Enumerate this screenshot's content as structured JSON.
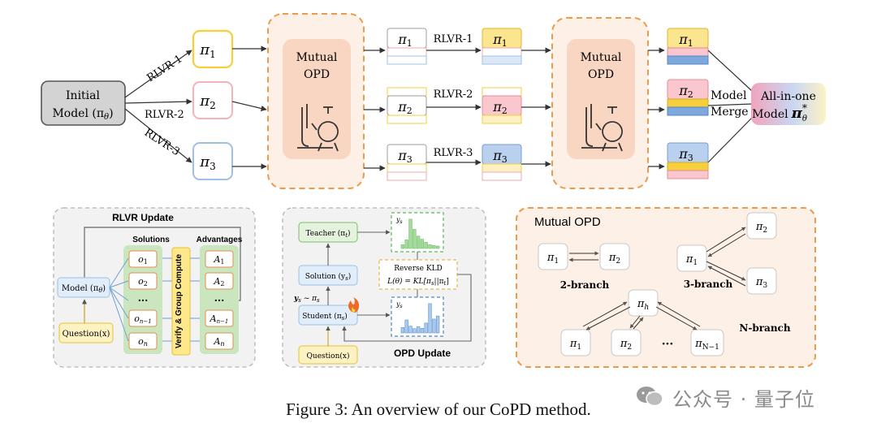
{
  "top": {
    "initial_line1": "Initial",
    "initial_line2": "Model (π",
    "initial_sub": "θ",
    "initial_close": ")",
    "rlvr": [
      "RLVR-1",
      "RLVR-2",
      "RLVR-3"
    ],
    "pi_base": "π",
    "pi_subs": [
      "1",
      "2",
      "3"
    ],
    "mutual": "Mutual",
    "opd": "OPD",
    "model_merge_1": "Model",
    "model_merge_2": "Merge",
    "allinone_1": "All-in-one",
    "allinone_2": "Model",
    "allinone_pi": "π",
    "allinone_sub": "θ",
    "allinone_sup": "*"
  },
  "rlvr_update": {
    "title": "RLVR Update",
    "solutions_header": "Solutions",
    "advantages_header": "Advantages",
    "model": "Model (π",
    "model_sub": "θ",
    "model_close": ")",
    "question": "Question(x)",
    "verify": "Verify & Group Compute",
    "o_base": "o",
    "o_subs": [
      "1",
      "2",
      "",
      "n−1",
      "n"
    ],
    "a_base": "A",
    "a_subs": [
      "1",
      "2",
      "",
      "n−1",
      "n"
    ],
    "dots": "···"
  },
  "opd_update": {
    "teacher": "Teacher (π",
    "teacher_sub": "t",
    "solution": "Solution (y",
    "solution_sub": "s",
    "student": "Student (π",
    "student_sub": "s",
    "question": "Question(x)",
    "sample_y": "y",
    "sample_ys": "s",
    "sample_sim": " ~ π",
    "sample_pis": "s",
    "reverse_kld": "Reverse KLD",
    "loss": "L(θ) = KL[π",
    "loss_s": "s",
    "loss_mid": "||π",
    "loss_t": "t",
    "loss_end": "]",
    "hist_label": "y",
    "hist_sub": "s",
    "title": "OPD Update",
    "teacher_hist": [
      0.12,
      0.28,
      0.95,
      0.62,
      0.4,
      0.3,
      0.2,
      0.12,
      0.1,
      0.08
    ],
    "student_hist": [
      0.18,
      0.42,
      0.22,
      0.14,
      0.2,
      0.15,
      0.32,
      0.95,
      0.45,
      0.55
    ]
  },
  "mutual_panel": {
    "title": "Mutual OPD",
    "pi": "π",
    "two_branch": "2-branch",
    "three_branch": "3-branch",
    "n_branch": "N-branch",
    "sub_1": "1",
    "sub_2": "2",
    "sub_3": "3",
    "sub_h": "h",
    "sub_n1": "N−1",
    "dots": "···"
  },
  "caption": "Figure 3: An overview of our CoPD method.",
  "watermark": "公众号 · 量子位",
  "colors": {
    "yellow": "#f6cf3c",
    "pink": "#f4a7ae",
    "blue": "#6f9fd6",
    "orange": "#ec9a4c",
    "green": "#c9e6bf"
  }
}
